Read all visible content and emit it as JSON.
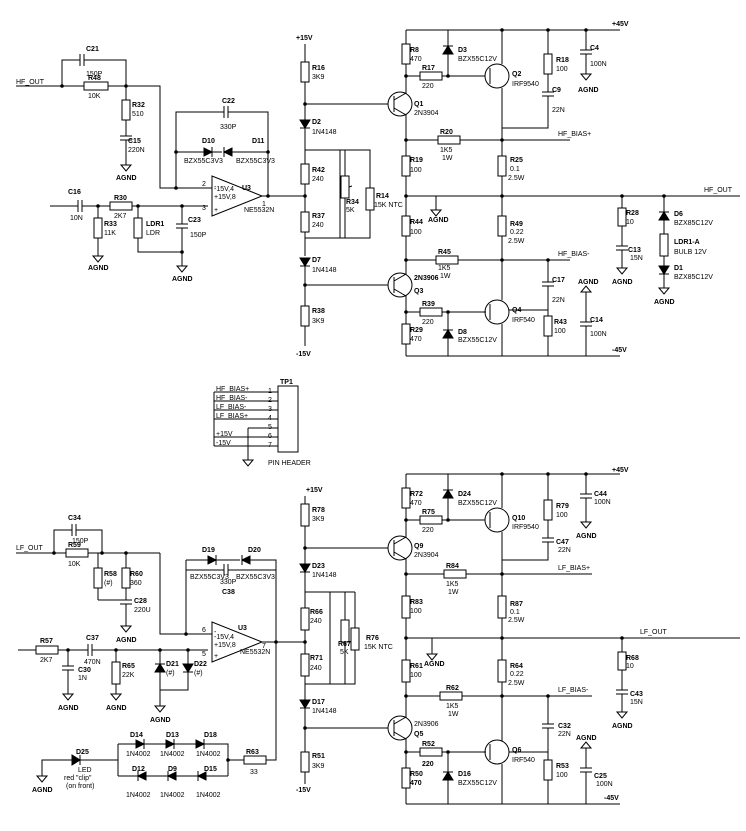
{
  "rails": {
    "pos15": "+15V",
    "neg15": "-15V",
    "pos45": "+45V",
    "neg45": "-45V"
  },
  "ground": "AGND",
  "nets": {
    "hf_out": "HF_OUT",
    "lf_out": "LF_OUT",
    "hf_bias_p": "HF_BIAS+",
    "hf_bias_n": "HF_BIAS-",
    "lf_bias_p": "LF_BIAS+",
    "lf_bias_n": "LF_BIAS-"
  },
  "opamp": {
    "u3_name": "U3",
    "u3_part": "NE5532N",
    "rail_m": "-15V,4",
    "rail_p": "+15V,8",
    "pin2": "2",
    "pin3": "3",
    "pin1": "1",
    "pin6": "6",
    "pin5": "5",
    "pin7": "7"
  },
  "hf": {
    "r48": [
      "R48",
      "10K"
    ],
    "c21": [
      "C21",
      "150P"
    ],
    "r32": [
      "R32",
      "510"
    ],
    "c15": [
      "C15",
      "220N"
    ],
    "c22": [
      "C22",
      "330P"
    ],
    "d10": [
      "D10",
      "BZX55C3V3"
    ],
    "d11": [
      "D11",
      "BZX55C3V3"
    ],
    "c16": [
      "C16",
      "10N"
    ],
    "r30": [
      "R30",
      "2K7"
    ],
    "r33": [
      "R33",
      "11K"
    ],
    "ldr1": [
      "LDR1",
      "LDR"
    ],
    "c23": [
      "C23",
      "150P"
    ],
    "r16": [
      "R16",
      "3K9"
    ],
    "d2": [
      "D2",
      "1N4148"
    ],
    "r42": [
      "R42",
      "240"
    ],
    "r34": [
      "R34",
      "5K"
    ],
    "r14": [
      "R14",
      "15K NTC"
    ],
    "r37": [
      "R37",
      "240"
    ],
    "d7": [
      "D7",
      "1N4148"
    ],
    "r38": [
      "R38",
      "3K9"
    ],
    "r8": [
      "R8",
      "470"
    ],
    "d3": [
      "D3",
      "BZX55C12V"
    ],
    "r17": [
      "R17",
      "220"
    ],
    "q2": [
      "Q2",
      "IRF9540"
    ],
    "r18": [
      "R18",
      "100"
    ],
    "c4": [
      "C4",
      "100N"
    ],
    "c9": [
      "C9",
      "22N"
    ],
    "q1": [
      "Q1",
      "2N3904"
    ],
    "r20": [
      "R20",
      "1K5",
      "1W"
    ],
    "r19": [
      "R19",
      "100"
    ],
    "r25": [
      "R25",
      "0.1",
      "2.5W"
    ],
    "r44": [
      "R44",
      "100"
    ],
    "r49": [
      "R49",
      "0.22",
      "2.5W"
    ],
    "r28": [
      "R28",
      "10"
    ],
    "c13": [
      "C13",
      "15N"
    ],
    "d6": [
      "D6",
      "BZX85C12V"
    ],
    "ldr1a": [
      "LDR1-A",
      "BULB 12V"
    ],
    "d1": [
      "D1",
      "BZX85C12V"
    ],
    "r45": [
      "R45",
      "1K5",
      "1W"
    ],
    "q3": [
      "Q3",
      "2N3906"
    ],
    "c17": [
      "C17",
      "22N"
    ],
    "r39": [
      "R39",
      "220"
    ],
    "q4": [
      "Q4",
      "IRF540"
    ],
    "r43": [
      "R43",
      "100"
    ],
    "c14": [
      "C14",
      "100N"
    ],
    "r29": [
      "R29",
      "470"
    ],
    "d8": [
      "D8",
      "BZX55C12V"
    ]
  },
  "header": {
    "name": "TP1",
    "label": "PIN HEADER",
    "pins": [
      {
        "num": "1",
        "net": "HF_BIAS+"
      },
      {
        "num": "2",
        "net": "HF_BIAS-"
      },
      {
        "num": "3",
        "net": "LF_BIAS-"
      },
      {
        "num": "4",
        "net": "LF_BIAS+"
      },
      {
        "num": "5",
        "net": ""
      },
      {
        "num": "6",
        "net": "+15V"
      },
      {
        "num": "7",
        "net": "-15V"
      }
    ]
  },
  "lf": {
    "c34": [
      "C34",
      "150P"
    ],
    "r59": [
      "R59",
      "10K"
    ],
    "r58": [
      "R58",
      "(#)"
    ],
    "r60": [
      "R60",
      "360"
    ],
    "c28": [
      "C28",
      "220U"
    ],
    "c38": [
      "C38",
      "330P"
    ],
    "d19": [
      "D19",
      "BZX55C3V3"
    ],
    "d20": [
      "D20",
      "BZX55C3V3"
    ],
    "r57": [
      "R57",
      "2K7"
    ],
    "c37": [
      "C37",
      "470N"
    ],
    "c30": [
      "C30",
      "1N"
    ],
    "r65": [
      "R65",
      "22K"
    ],
    "d21": [
      "D21",
      "(#)"
    ],
    "d22": [
      "D22",
      "(#)"
    ],
    "d25": [
      "D25",
      "LED",
      "red \"clip\"",
      "(on front)"
    ],
    "d14": [
      "D14",
      "1N4002"
    ],
    "d13": [
      "D13",
      "1N4002"
    ],
    "d18": [
      "D18",
      "1N4002"
    ],
    "d12": [
      "D12",
      "1N4002"
    ],
    "d9": [
      "D9",
      "1N4002"
    ],
    "d15": [
      "D15",
      "1N4002"
    ],
    "r63": [
      "R63",
      "33"
    ],
    "r78": [
      "R78",
      "3K9"
    ],
    "d23": [
      "D23",
      "1N4148"
    ],
    "r66": [
      "R66",
      "240"
    ],
    "r67": [
      "R67",
      "5K"
    ],
    "r76": [
      "R76",
      "15K NTC"
    ],
    "r71": [
      "R71",
      "240"
    ],
    "d17": [
      "D17",
      "1N4148"
    ],
    "r51": [
      "R51",
      "3K9"
    ],
    "r72": [
      "R72",
      "470"
    ],
    "d24": [
      "D24",
      "BZX55C12V"
    ],
    "r75": [
      "R75",
      "220"
    ],
    "q10": [
      "Q10",
      "IRF9540"
    ],
    "r79": [
      "R79",
      "100"
    ],
    "c44": [
      "C44",
      "100N"
    ],
    "c47": [
      "C47",
      "22N"
    ],
    "q9": [
      "Q9",
      "2N3904"
    ],
    "r84": [
      "R84",
      "1K5",
      "1W"
    ],
    "r83": [
      "R83",
      "100"
    ],
    "r87": [
      "R87",
      "0.1",
      "2.5W"
    ],
    "r61": [
      "R61",
      "100"
    ],
    "r64": [
      "R64",
      "0.22",
      "2.5W"
    ],
    "r68": [
      "R68",
      "10"
    ],
    "c43": [
      "C43",
      "15N"
    ],
    "r62": [
      "R62",
      "1K5",
      "1W"
    ],
    "q5": [
      "Q5",
      "2N3906"
    ],
    "c32": [
      "C32",
      "22N"
    ],
    "r52": [
      "R52",
      "220"
    ],
    "q6": [
      "Q6",
      "IRF540"
    ],
    "r53": [
      "R53",
      "100"
    ],
    "c25": [
      "C25",
      "100N"
    ],
    "r50": [
      "R50",
      "470"
    ],
    "d16": [
      "D16",
      "BZX55C12V"
    ]
  }
}
